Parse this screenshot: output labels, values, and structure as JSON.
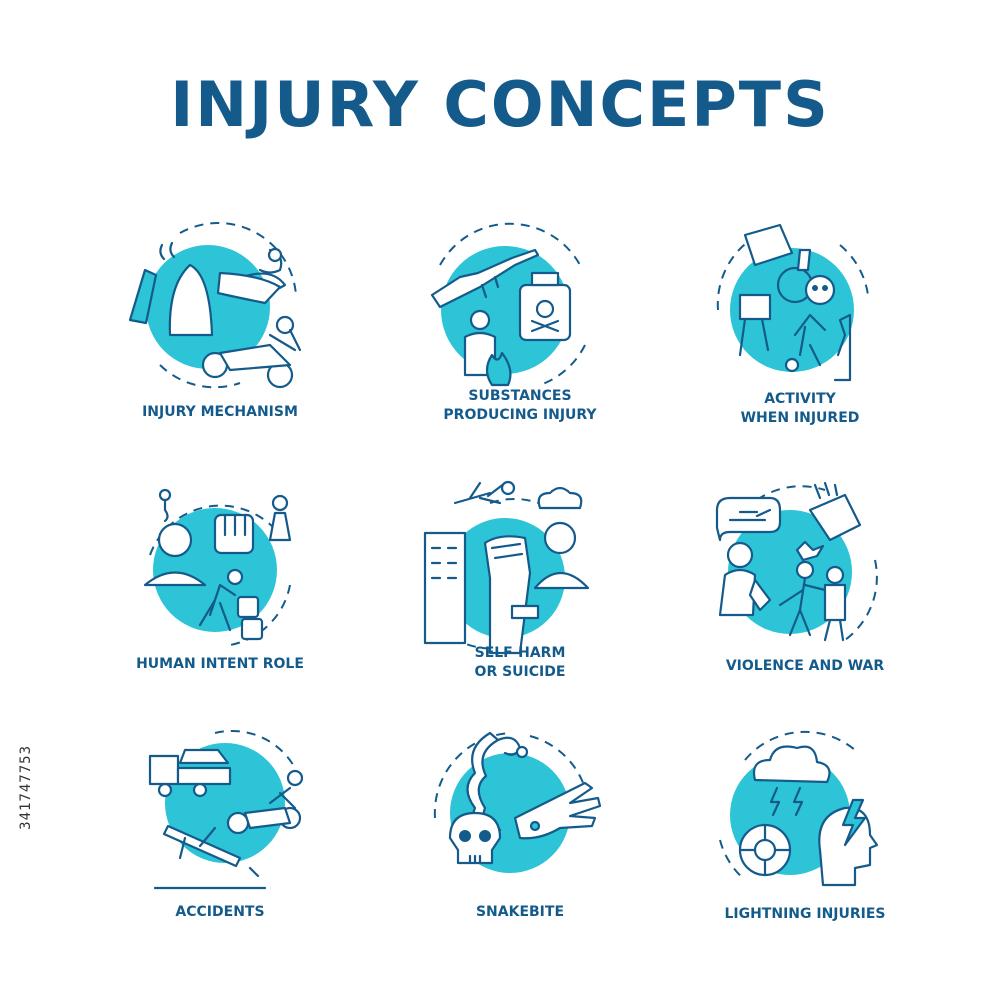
{
  "title": "INJURY CONCEPTS",
  "accent_color": "#2cc4d6",
  "text_color": "#145b8c",
  "watermark_id": "341747753",
  "icons": [
    {
      "lines": [
        "INJURY MECHANISM"
      ],
      "icon": "iron-snake-motorcycle-icon"
    },
    {
      "lines": [
        "SUBSTANCES",
        "PRODUCING INJURY"
      ],
      "icon": "rifle-poison-fire-icon"
    },
    {
      "lines": [
        "ACTIVITY",
        "WHEN INJURED"
      ],
      "icon": "climbing-flask-skull-icon"
    },
    {
      "lines": [
        "HUMAN INTENT ROLE"
      ],
      "icon": "fist-fall-dice-icon"
    },
    {
      "lines": [
        "SELF-HARM",
        "OR SUICIDE"
      ],
      "icon": "raised-fist-jump-icon"
    },
    {
      "lines": [
        "VIOLENCE AND WAR"
      ],
      "icon": "tank-fist-soldier-icon"
    },
    {
      "lines": [
        "ACCIDENTS"
      ],
      "icon": "tow-truck-crash-icon"
    },
    {
      "lines": [
        "SNAKEBITE"
      ],
      "icon": "snake-hand-skull-icon"
    },
    {
      "lines": [
        "LIGHTNING INJURIES"
      ],
      "icon": "storm-cloud-head-icon"
    }
  ]
}
